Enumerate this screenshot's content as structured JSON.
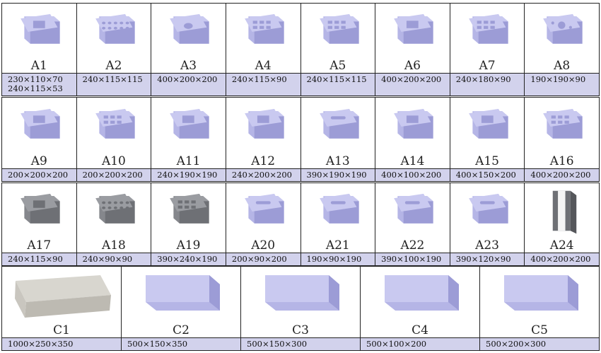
{
  "rows": [
    {
      "items": [
        {
          "label": "A1",
          "dims": [
            "230×110×70",
            "240×115×53"
          ],
          "icon": "solid-brick-icon"
        },
        {
          "label": "A2",
          "dims": [
            "240×115×115"
          ],
          "icon": "perforated-brick-icon"
        },
        {
          "label": "A3",
          "dims": [
            "400×200×200"
          ],
          "icon": "round-hole-block-icon"
        },
        {
          "label": "A4",
          "dims": [
            "240×115×90"
          ],
          "icon": "eight-hole-block-icon"
        },
        {
          "label": "A5",
          "dims": [
            "240×115×115"
          ],
          "icon": "multi-hole-block-icon"
        },
        {
          "label": "A6",
          "dims": [
            "400×200×200"
          ],
          "icon": "two-cell-block-icon"
        },
        {
          "label": "A7",
          "dims": [
            "240×180×90"
          ],
          "icon": "grid-hole-block-icon"
        },
        {
          "label": "A8",
          "dims": [
            "190×190×90"
          ],
          "icon": "round-holes-paver-icon"
        }
      ]
    },
    {
      "items": [
        {
          "label": "A9",
          "dims": [
            "200×200×200"
          ],
          "icon": "single-cell-block-icon"
        },
        {
          "label": "A10",
          "dims": [
            "200×200×200"
          ],
          "icon": "four-cell-block-icon"
        },
        {
          "label": "A11",
          "dims": [
            "240×190×190"
          ],
          "icon": "open-end-block-icon"
        },
        {
          "label": "A12",
          "dims": [
            "240×200×200"
          ],
          "icon": "lintel-block-icon"
        },
        {
          "label": "A13",
          "dims": [
            "390×190×190"
          ],
          "icon": "slot-hole-block-icon"
        },
        {
          "label": "A14",
          "dims": [
            "400×100×200"
          ],
          "icon": "narrow-block-icon"
        },
        {
          "label": "A15",
          "dims": [
            "400×150×200"
          ],
          "icon": "hollow-block-icon"
        },
        {
          "label": "A16",
          "dims": [
            "400×200×200"
          ],
          "icon": "double-cell-block-icon"
        }
      ]
    },
    {
      "items": [
        {
          "label": "A17",
          "dims": [
            "240×115×90"
          ],
          "icon": "grey-hollow-brick-icon"
        },
        {
          "label": "A18",
          "dims": [
            "240×90×90"
          ],
          "icon": "grey-perforated-brick-icon"
        },
        {
          "label": "A19",
          "dims": [
            "390×240×190"
          ],
          "icon": "grey-grid-block-icon"
        },
        {
          "label": "A20",
          "dims": [
            "200×90×200"
          ],
          "icon": "upright-slot-block-icon"
        },
        {
          "label": "A21",
          "dims": [
            "190×90×190"
          ],
          "icon": "tilted-slot-block-icon"
        },
        {
          "label": "A22",
          "dims": [
            "390×100×190"
          ],
          "icon": "tall-slot-block-icon"
        },
        {
          "label": "A23",
          "dims": [
            "390×120×90"
          ],
          "icon": "slim-slot-block-icon"
        },
        {
          "label": "A24",
          "dims": [
            "400×200×200"
          ],
          "icon": "insulated-block-icon"
        }
      ]
    },
    {
      "items": [
        {
          "label": "C1",
          "dims": [
            "1000×250×350"
          ],
          "icon": "concrete-curbstone-icon"
        },
        {
          "label": "C2",
          "dims": [
            "500×150×350"
          ],
          "icon": "curbstone-icon"
        },
        {
          "label": "C3",
          "dims": [
            "500×150×300"
          ],
          "icon": "curbstone-icon"
        },
        {
          "label": "C4",
          "dims": [
            "500×100×200"
          ],
          "icon": "curbstone-icon"
        },
        {
          "label": "C5",
          "dims": [
            "500×200×300"
          ],
          "icon": "curbstone-icon"
        }
      ]
    }
  ],
  "colors": {
    "block_top": "#c9c9f0",
    "block_front": "#9c9cd6",
    "block_side": "#b5b5e6",
    "dim_band": "#d2d2ec",
    "grey_block": "#7f8186"
  }
}
